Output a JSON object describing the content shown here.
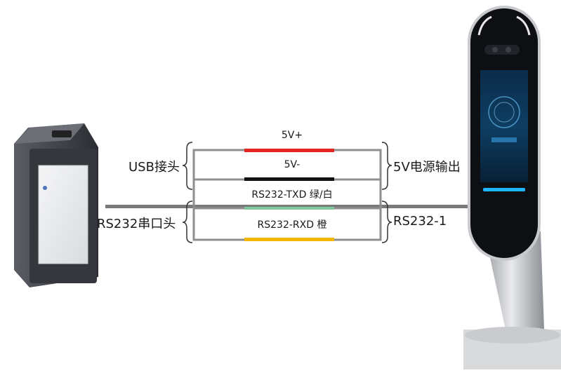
{
  "wires": [
    {
      "label": "5V+",
      "color": "#e32421"
    },
    {
      "label": "5V-",
      "color": "#111111"
    },
    {
      "label": "RS232-TXD 绿/白",
      "color": "#7ec9a0"
    },
    {
      "label": "RS232-RXD 橙",
      "color": "#f2b705"
    }
  ],
  "left_labels": {
    "usb": "USB接头",
    "rs232": "RS232串口头"
  },
  "right_labels": {
    "power": "5V电源输出",
    "rs232": "RS232-1"
  },
  "colors": {
    "frame": "#8f8f8f",
    "cable": "#7a7a7a",
    "accent": "#1fb6ff"
  }
}
